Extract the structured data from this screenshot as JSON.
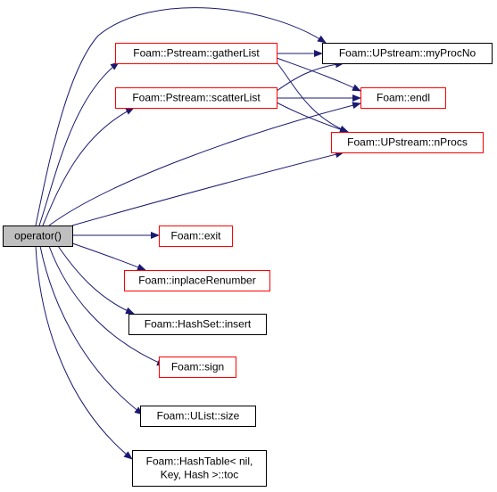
{
  "colors": {
    "edge": "#191970",
    "border_black": "#000000",
    "border_red": "#ff0000",
    "root_fill": "#bfbfbf",
    "node_fill": "#ffffff"
  },
  "nodes": {
    "root": {
      "lines": [
        "operator()"
      ],
      "border": "black",
      "fill": "grey"
    },
    "gatherList": {
      "lines": [
        "Foam::Pstream::gatherList"
      ],
      "border": "red",
      "fill": "white"
    },
    "scatterList": {
      "lines": [
        "Foam::Pstream::scatterList"
      ],
      "border": "red",
      "fill": "white"
    },
    "myProcNo": {
      "lines": [
        "Foam::UPstream::myProcNo"
      ],
      "border": "black",
      "fill": "white"
    },
    "endl": {
      "lines": [
        "Foam::endl"
      ],
      "border": "red",
      "fill": "white"
    },
    "nProcs": {
      "lines": [
        "Foam::UPstream::nProcs"
      ],
      "border": "red",
      "fill": "white"
    },
    "exit": {
      "lines": [
        "Foam::exit"
      ],
      "border": "red",
      "fill": "white"
    },
    "inplaceRenumber": {
      "lines": [
        "Foam::inplaceRenumber"
      ],
      "border": "red",
      "fill": "white"
    },
    "hashSetInsert": {
      "lines": [
        "Foam::HashSet::insert"
      ],
      "border": "black",
      "fill": "white"
    },
    "sign": {
      "lines": [
        "Foam::sign"
      ],
      "border": "red",
      "fill": "white"
    },
    "ulistSize": {
      "lines": [
        "Foam::UList::size"
      ],
      "border": "black",
      "fill": "white"
    },
    "hashTableToc": {
      "lines": [
        "Foam::HashTable< nil,",
        "Key, Hash >::toc"
      ],
      "border": "black",
      "fill": "white"
    }
  },
  "edges": [
    [
      "root",
      "myProcNo"
    ],
    [
      "root",
      "gatherList"
    ],
    [
      "root",
      "scatterList"
    ],
    [
      "root",
      "endl"
    ],
    [
      "root",
      "nProcs"
    ],
    [
      "root",
      "exit"
    ],
    [
      "root",
      "inplaceRenumber"
    ],
    [
      "root",
      "hashSetInsert"
    ],
    [
      "root",
      "sign"
    ],
    [
      "root",
      "ulistSize"
    ],
    [
      "root",
      "hashTableToc"
    ],
    [
      "gatherList",
      "myProcNo"
    ],
    [
      "gatherList",
      "endl"
    ],
    [
      "gatherList",
      "nProcs"
    ],
    [
      "scatterList",
      "myProcNo"
    ],
    [
      "scatterList",
      "endl"
    ],
    [
      "scatterList",
      "nProcs"
    ]
  ]
}
